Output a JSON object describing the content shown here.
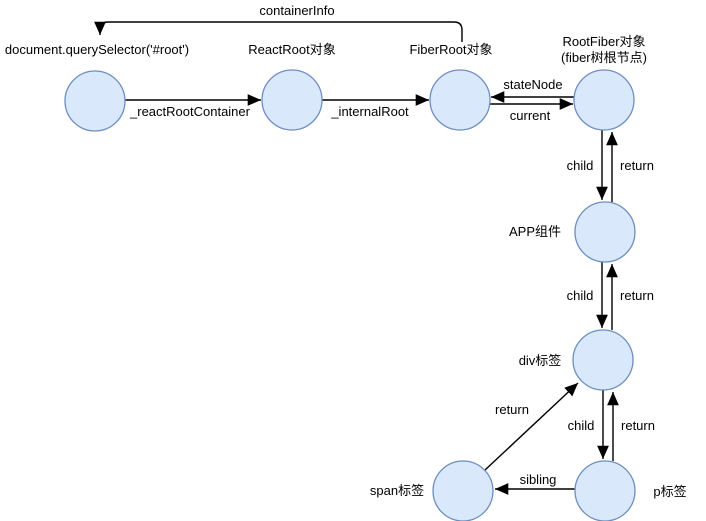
{
  "diagram": {
    "title": "react-fiber-tree-structure",
    "colors": {
      "node_fill": "#dae8fc",
      "node_stroke": "#6c8ebf",
      "line": "#000000",
      "text": "#000000",
      "background": "#ffffff"
    },
    "nodes": {
      "rootDom": {
        "label": "document.querySelector('#root')"
      },
      "reactRoot": {
        "label": "ReactRoot对象"
      },
      "fiberRoot": {
        "label": "FiberRoot对象"
      },
      "rootFiber": {
        "label": "RootFiber对象",
        "sublabel": "(fiber树根节点)"
      },
      "app": {
        "label": "APP组件"
      },
      "div": {
        "label": "div标签"
      },
      "span": {
        "label": "span标签"
      },
      "p": {
        "label": "p标签"
      }
    },
    "edges": {
      "containerInfo": {
        "label": "containerInfo"
      },
      "reactRootContainer": {
        "label": "_reactRootContainer"
      },
      "internalRoot": {
        "label": "_internalRoot"
      },
      "stateNode": {
        "label": "stateNode"
      },
      "current": {
        "label": "current"
      },
      "rootfiberAppChild": {
        "label": "child"
      },
      "rootfiberAppReturn": {
        "label": "return"
      },
      "appDivChild": {
        "label": "child"
      },
      "appDivReturn": {
        "label": "return"
      },
      "divPChild": {
        "label": "child"
      },
      "divPReturn": {
        "label": "return"
      },
      "sibling": {
        "label": "sibling"
      },
      "spanDivReturn": {
        "label": "return"
      }
    }
  }
}
